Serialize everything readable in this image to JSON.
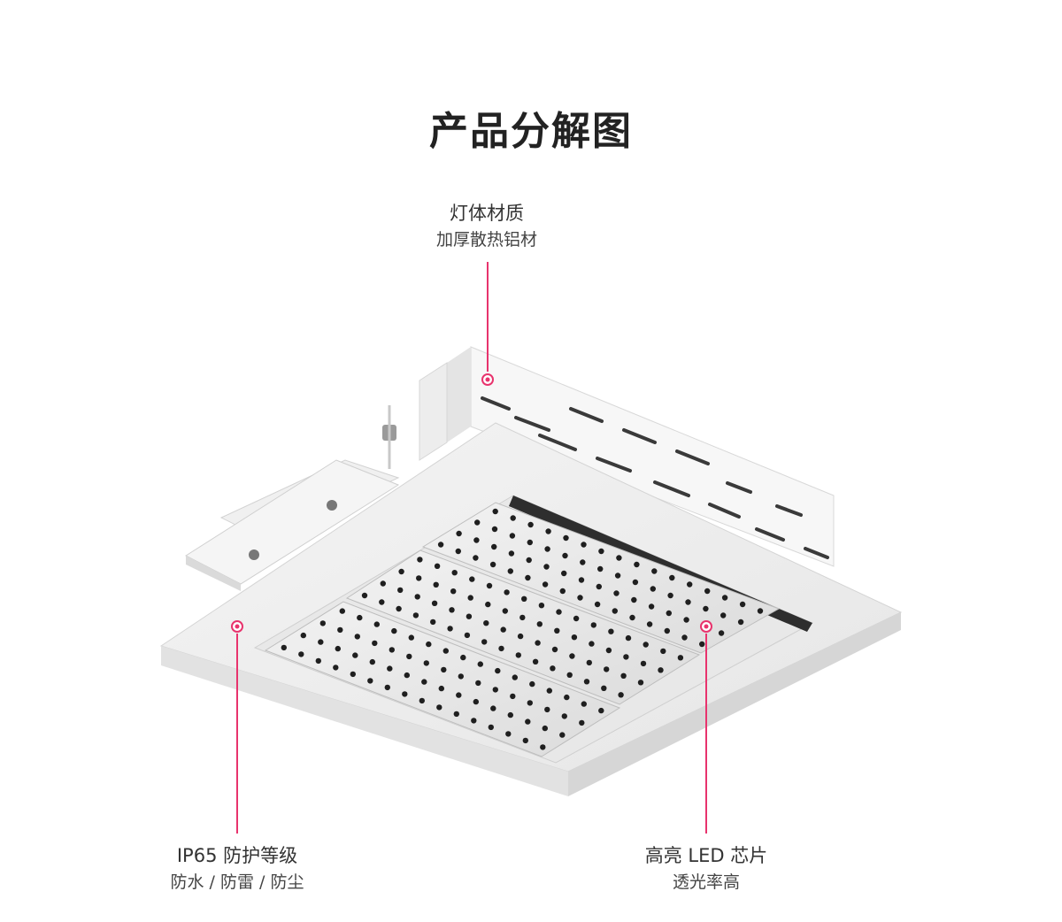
{
  "page": {
    "title": "产品分解图",
    "accent_color": "#e8336d"
  },
  "callouts": {
    "body_material": {
      "title": "灯体材质",
      "subtitle": "加厚散热铝材"
    },
    "protection": {
      "title": "IP65 防护等级",
      "subtitle": "防水 / 防雷 / 防尘"
    },
    "led_chip": {
      "title": "高亮 LED 芯片",
      "subtitle": "透光率高"
    }
  }
}
